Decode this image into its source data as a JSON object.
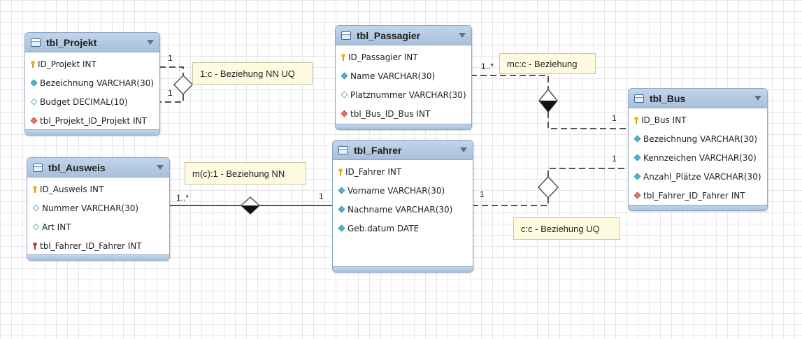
{
  "entities": {
    "projekt": {
      "title": "tbl_Projekt",
      "attributes": [
        {
          "name": "ID_Projekt INT",
          "icon": "primary-key"
        },
        {
          "name": "Bezeichnung VARCHAR(30)",
          "icon": "not-null"
        },
        {
          "name": "Budget DECIMAL(10)",
          "icon": "nullable"
        },
        {
          "name": "tbl_Projekt_ID_Projekt INT",
          "icon": "foreign-key"
        }
      ]
    },
    "passagier": {
      "title": "tbl_Passagier",
      "attributes": [
        {
          "name": "ID_Passagier INT",
          "icon": "primary-key"
        },
        {
          "name": "Name VARCHAR(30)",
          "icon": "not-null"
        },
        {
          "name": "Platznummer VARCHAR(30)",
          "icon": "nullable"
        },
        {
          "name": "tbl_Bus_ID_Bus INT",
          "icon": "foreign-key"
        }
      ]
    },
    "bus": {
      "title": "tbl_Bus",
      "attributes": [
        {
          "name": "ID_Bus INT",
          "icon": "primary-key"
        },
        {
          "name": "Bezeichnung VARCHAR(30)",
          "icon": "not-null"
        },
        {
          "name": "Kennzeichen VARCHAR(30)",
          "icon": "not-null"
        },
        {
          "name": "Anzahl_Plätze VARCHAR(30)",
          "icon": "not-null"
        },
        {
          "name": "tbl_Fahrer_ID_Fahrer INT",
          "icon": "foreign-key"
        }
      ]
    },
    "ausweis": {
      "title": "tbl_Ausweis",
      "attributes": [
        {
          "name": "ID_Ausweis INT",
          "icon": "primary-key"
        },
        {
          "name": "Nummer VARCHAR(30)",
          "icon": "nullable"
        },
        {
          "name": "Art INT",
          "icon": "nullable"
        },
        {
          "name": "tbl_Fahrer_ID_Fahrer INT",
          "icon": "foreign-key-pk"
        }
      ]
    },
    "fahrer": {
      "title": "tbl_Fahrer",
      "attributes": [
        {
          "name": "ID_Fahrer INT",
          "icon": "primary-key"
        },
        {
          "name": "Vorname VARCHAR(30)",
          "icon": "not-null"
        },
        {
          "name": "Nachname VARCHAR(30)",
          "icon": "not-null"
        },
        {
          "name": "Geb.datum DATE",
          "icon": "not-null"
        }
      ]
    }
  },
  "relationships": {
    "projekt_self": {
      "label": "1:c - Beziehung NN UQ",
      "card_top": "1",
      "card_bottom": "1"
    },
    "passagier_bus": {
      "label": "mc:c - Beziehung",
      "card_passagier": "1..*",
      "card_bus": "1"
    },
    "ausweis_fahrer": {
      "label": "m(c):1 - Beziehung NN",
      "card_ausweis": "1..*",
      "card_fahrer": "1"
    },
    "fahrer_bus": {
      "label": "c:c - Beziehung UQ",
      "card_fahrer": "1",
      "card_bus": "1"
    }
  },
  "colors": {
    "header": "#a8c0db",
    "note_bg": "#fffbe0",
    "connector": "#555555"
  }
}
